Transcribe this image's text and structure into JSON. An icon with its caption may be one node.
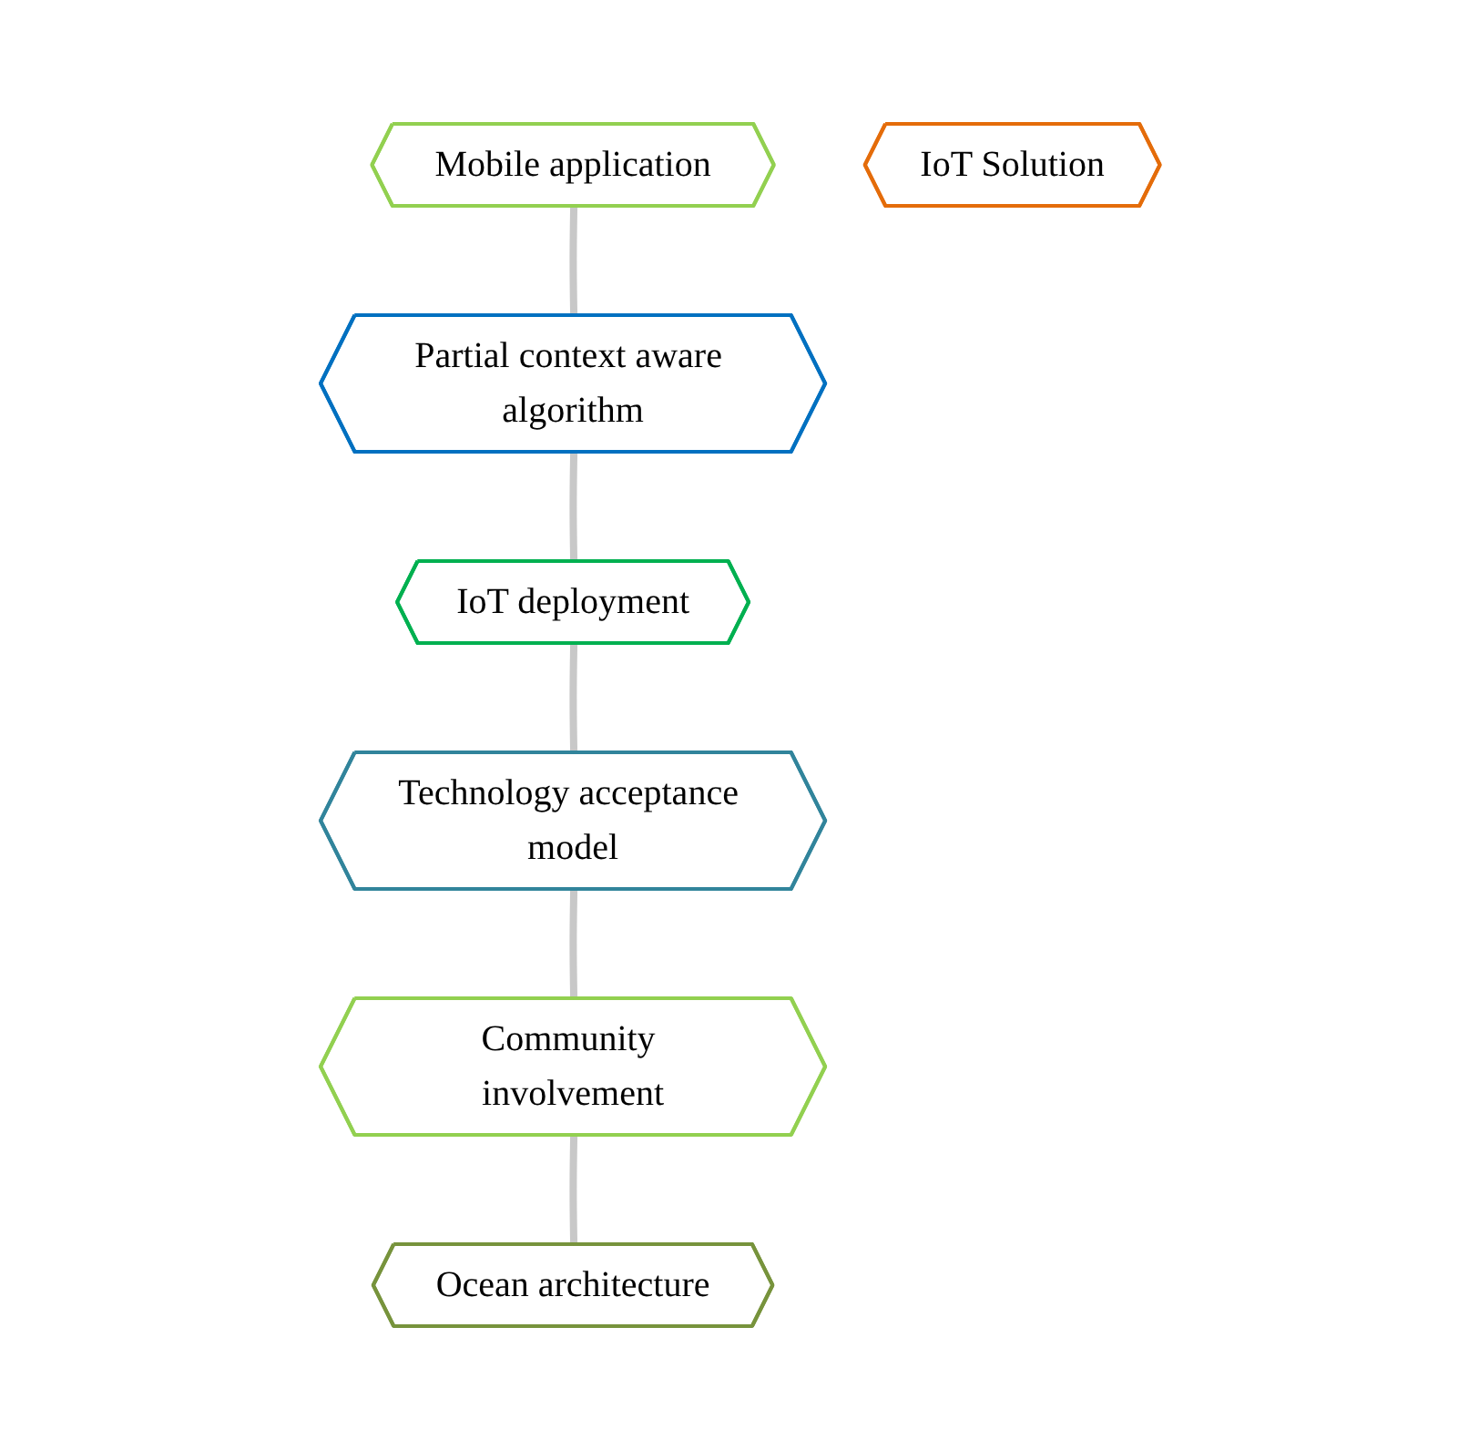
{
  "diagram": {
    "nodes": [
      {
        "text": [
          "Partial context aware algorithm"
        ]
      },
      {
        "text": [
          "IoT deployment"
        ]
      },
      {
        "text": [
          "Mobile application"
        ]
      },
      {
        "text": [
          "IoT Solution"
        ]
      },
      {
        "text": [
          "Technology acceptance model"
        ]
      },
      {
        "text": [
          "Ocean architecture"
        ]
      },
      {
        "text": [
          "Community involvement"
        ]
      }
    ],
    "edges": [
      {
        "from": 0,
        "to": 1,
        "arrow": "none"
      },
      {
        "from": 1,
        "to": 4,
        "arrow": "none"
      },
      {
        "from": 4,
        "to": 6,
        "arrow": "none"
      },
      {
        "from": 6,
        "to": 5,
        "arrow": "none"
      },
      {
        "from": 2,
        "to": 0,
        "arrow": "none"
      }
    ]
  }
}
